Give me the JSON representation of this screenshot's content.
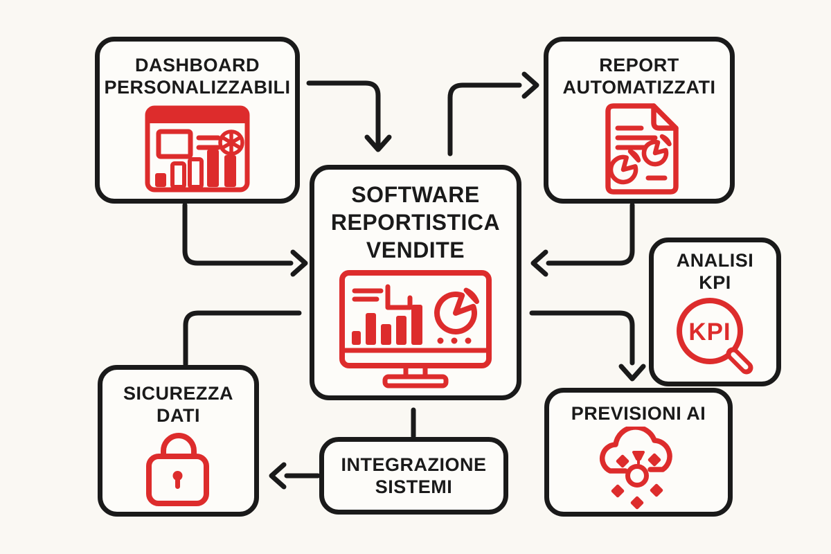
{
  "colors": {
    "background": "#faf8f3",
    "outline": "#1a1a1a",
    "accent_red": "#dd2c2c",
    "box_background": "#fdfcf9"
  },
  "nodes": {
    "dashboard": {
      "label": "DASHBOARD PERSONALIZZABILI",
      "lines": [
        "DASHBOARD",
        "PERSONALIZZABILI"
      ],
      "icon": "dashboard-window-icon"
    },
    "report": {
      "label": "REPORT AUTOMATIZZATI",
      "lines": [
        "REPORT",
        "AUTOMATIZZATI"
      ],
      "icon": "report-document-icon"
    },
    "center": {
      "label": "SOFTWARE REPORTISTICA VENDITE",
      "lines": [
        "SOFTWARE",
        "REPORTISTICA",
        "VENDITE"
      ],
      "icon": "sales-dashboard-monitor-icon"
    },
    "kpi": {
      "label": "ANALISI KPI",
      "lines": [
        "ANALISI",
        "KPI"
      ],
      "icon": "kpi-magnifier-icon",
      "icon_text": "KPI"
    },
    "previsioni": {
      "label": "PREVISIONI AI",
      "lines": [
        "PREVISIONI AI"
      ],
      "icon": "ai-cloud-icon"
    },
    "sicurezza": {
      "label": "SICUREZZA DATI",
      "lines": [
        "SICUREZZA",
        "DATI"
      ],
      "icon": "padlock-icon"
    },
    "integrazione": {
      "label": "INTEGRAZIONE SISTEMI",
      "lines": [
        "INTEGRAZIONE",
        "SISTEMI"
      ],
      "icon": null
    }
  },
  "connections": [
    {
      "from": "dashboard",
      "to": "center",
      "route": "top",
      "arrowhead": true
    },
    {
      "from": "dashboard",
      "to": "center",
      "route": "left",
      "arrowhead": true
    },
    {
      "from": "center",
      "to": "report",
      "route": "top",
      "arrowhead": true
    },
    {
      "from": "report",
      "to": "center",
      "route": "right",
      "arrowhead": true
    },
    {
      "from": "center",
      "to": "previsioni",
      "route": "right",
      "arrowhead": true
    },
    {
      "from": "center",
      "to": "sicurezza",
      "route": "left",
      "arrowhead": false
    },
    {
      "from": "center",
      "to": "integrazione",
      "route": "bottom",
      "arrowhead": false
    },
    {
      "from": "integrazione",
      "to": "sicurezza",
      "route": "left",
      "arrowhead": true
    }
  ]
}
